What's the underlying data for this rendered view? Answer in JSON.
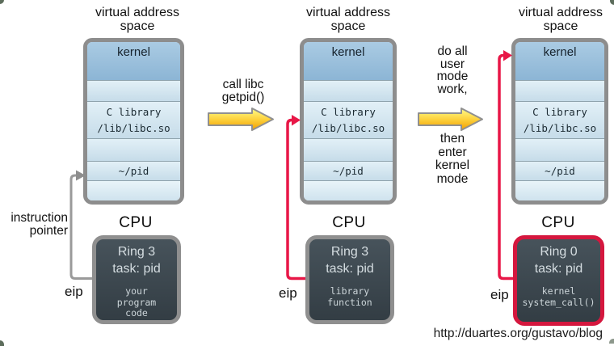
{
  "footer": {
    "url_caption": "http://duartes.org/gustavo/blog"
  },
  "colors": {
    "kernel_top": "#aacbe3",
    "kernel_bottom": "#8cb5d5",
    "segment_top": "#e2f0f7",
    "segment_bottom": "#c6dce9",
    "map_border": "#8d8d8d",
    "segment_divider": "#8fa3ad",
    "cpu_fill_top": "#47535b",
    "cpu_fill_bottom": "#333d44",
    "cpu_border_gray": "#8f8f8f",
    "ring0_border_red": "#d5173e",
    "red_arrow": "#e81747",
    "gray_arrow": "#9a9a9a",
    "yellow_arrow_top": "#fffc8a",
    "yellow_arrow_mid": "#fdd23e",
    "yellow_arrow_bottom": "#f19e00",
    "yellow_arrow_outline": "#909090"
  },
  "columns": [
    {
      "header_lines": [
        "virtual address",
        "space"
      ],
      "memory_segments": {
        "kernel": "kernel",
        "clib_line1": "C library",
        "clib_line2": "/lib/libc.so",
        "pid": "~/pid"
      },
      "cpu_label": "CPU",
      "cpu": {
        "ring_line1": "Ring 3",
        "ring_line2": "task: pid",
        "code_lines": [
          "your",
          "program",
          "code"
        ]
      },
      "eip_label": "eip",
      "pointer_label_lines": [
        "instruction",
        "pointer"
      ]
    },
    {
      "header_lines": [
        "virtual address",
        "space"
      ],
      "transition_label_lines": [
        "call libc",
        "getpid()"
      ],
      "memory_segments": {
        "kernel": "kernel",
        "clib_line1": "C library",
        "clib_line2": "/lib/libc.so",
        "pid": "~/pid"
      },
      "cpu_label": "CPU",
      "cpu": {
        "ring_line1": "Ring 3",
        "ring_line2": "task: pid",
        "code_lines": [
          "library",
          "function"
        ]
      },
      "eip_label": "eip"
    },
    {
      "header_lines": [
        "virtual address",
        "space"
      ],
      "transition_label_top_lines": [
        "do all",
        "user",
        "mode",
        "work,"
      ],
      "transition_label_bottom_lines": [
        "then",
        "enter",
        "kernel",
        "mode"
      ],
      "memory_segments": {
        "kernel": "kernel",
        "clib_line1": "C library",
        "clib_line2": "/lib/libc.so",
        "pid": "~/pid"
      },
      "cpu_label": "CPU",
      "cpu": {
        "ring_line1": "Ring 0",
        "ring_line2": "task: pid",
        "code_lines": [
          "kernel",
          "system_call()"
        ]
      },
      "eip_label": "eip"
    }
  ]
}
